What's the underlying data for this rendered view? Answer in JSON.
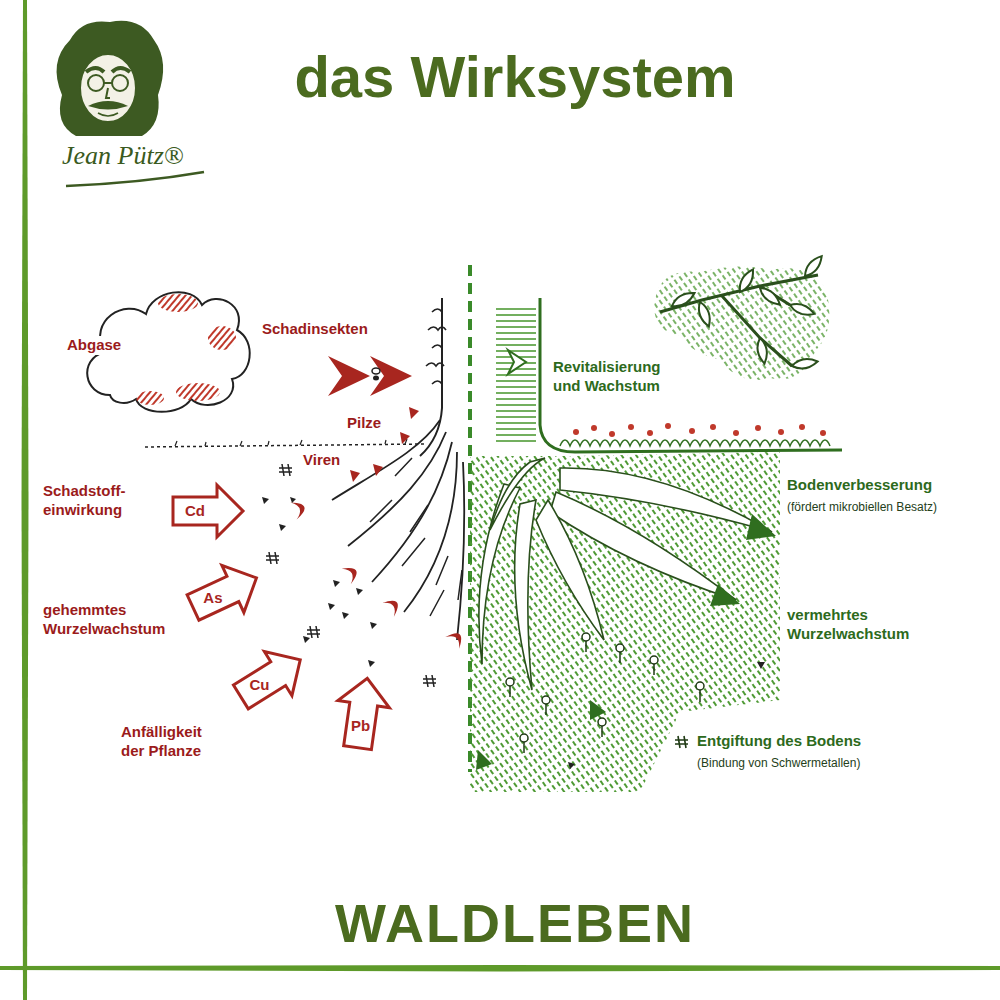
{
  "diagram": {
    "title": "das Wirksystem",
    "caption": "WALDLEBEN",
    "nodes": [
      {
        "text": [
          "Cd"
        ]
      },
      {
        "text": [
          "As"
        ]
      },
      {
        "text": [
          "Cu"
        ]
      },
      {
        "text": [
          "Pb"
        ]
      }
    ],
    "labels": [
      "Jean Pütz®",
      "Abgase",
      "Schadinsekten",
      "Revitalisierung und Wachstum",
      "Pilze",
      "Viren",
      "Bodenverbesserung",
      "(fördert mikrobiellen Besatz)",
      "Schadstoff- einwirkung",
      "gehemmtes Wurzelwachstum",
      "vermehrtes Wurzelwachstum",
      "Anfälligkeit der Pflanze",
      "Entgiftung des Bodens",
      "(Bindung von Schwermetallen)"
    ]
  }
}
